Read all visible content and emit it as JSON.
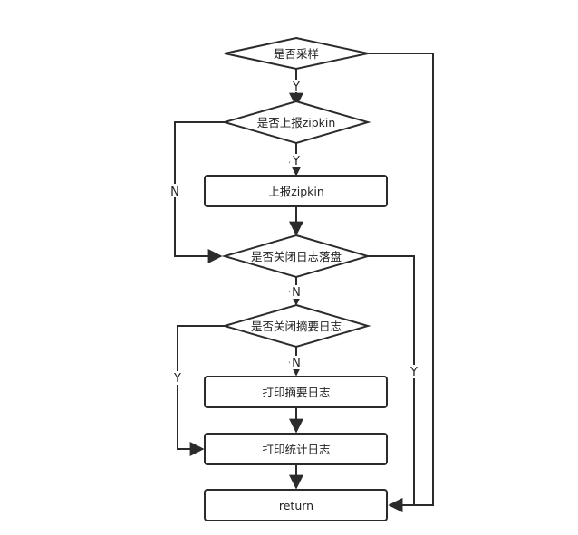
{
  "nodes": {
    "sample": "是否采样",
    "report_q": "是否上报zipkin",
    "report": "上报zipkin",
    "close_disk": "是否关闭日志落盘",
    "close_digest": "是否关闭摘要日志",
    "print_digest": "打印摘要日志",
    "print_stat": "打印统计日志",
    "return": "return"
  },
  "edges": {
    "y": "Y",
    "n": "N"
  },
  "colors": {
    "stroke": "#2b2b2b",
    "fill": "#ffffff"
  }
}
